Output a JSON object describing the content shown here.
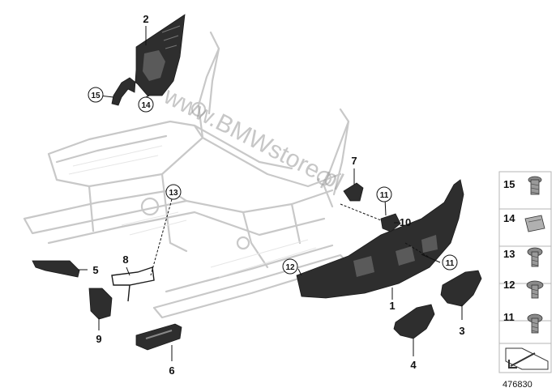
{
  "diagram": {
    "watermark": "www.BMWstore.pl",
    "reference_number": "476830",
    "callouts": [
      "1",
      "2",
      "3",
      "4",
      "5",
      "6",
      "7",
      "8",
      "9",
      "10",
      "11",
      "11",
      "12",
      "13",
      "14",
      "15"
    ],
    "legend": [
      "15",
      "14",
      "13",
      "12",
      "11"
    ]
  }
}
